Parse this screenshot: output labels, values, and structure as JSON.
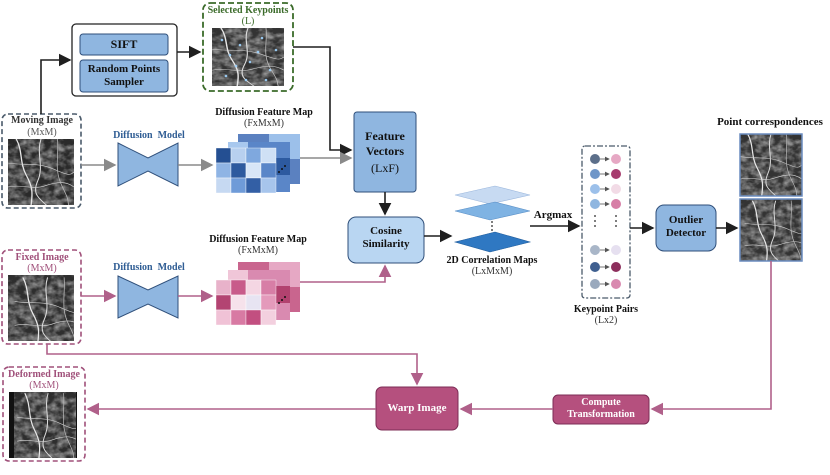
{
  "images": {
    "moving": {
      "title": "Moving Image",
      "dim": "(MxM)"
    },
    "fixed": {
      "title": "Fixed Image",
      "dim": "(MxM)"
    },
    "deformed": {
      "title": "Deformed Image",
      "dim": "(MxM)"
    },
    "selected": {
      "title": "Selected Keypoints",
      "dim": "(L)"
    }
  },
  "blocks": {
    "sift": "SIFT",
    "sampler_line1": "Random Points",
    "sampler_line2": "Sampler",
    "feature_vectors_line1": "Feature",
    "feature_vectors_line2": "Vectors",
    "feature_vectors_dim": "(LxF)",
    "cosine_line1": "Cosine",
    "cosine_line2": "Similarity",
    "outlier_line1": "Outlier",
    "outlier_line2": "Detector",
    "warp": "Warp Image",
    "compute_line1": "Compute",
    "compute_line2": "Transformation"
  },
  "models": {
    "top": "Diffusion  Model",
    "bottom": "Diffusion  Model"
  },
  "feature_maps": {
    "top_title": "Diffusion Feature Map",
    "top_dim": "(FxMxM)",
    "bottom_title": "Diffusion Feature Map",
    "bottom_dim": "(FxMxM)"
  },
  "correlation": {
    "title": "2D Correlation Maps",
    "dim": "(LxMxM)",
    "argmax": "Argmax"
  },
  "keypoint_pairs": {
    "title": "Keypoint Pairs",
    "dim": "(Lx2)"
  },
  "point_correspondences": "Point correspondences",
  "colors": {
    "blue_fill": "#8fb6e0",
    "blue_stroke": "#2f4f7a",
    "green_dash": "#3b6b2a",
    "pink_dash": "#a0507a",
    "warp_fill": "#b5507e",
    "pink_line": "#b0608a",
    "gray_line": "#8a8a8a",
    "dark_line": "#1f1f1f"
  }
}
